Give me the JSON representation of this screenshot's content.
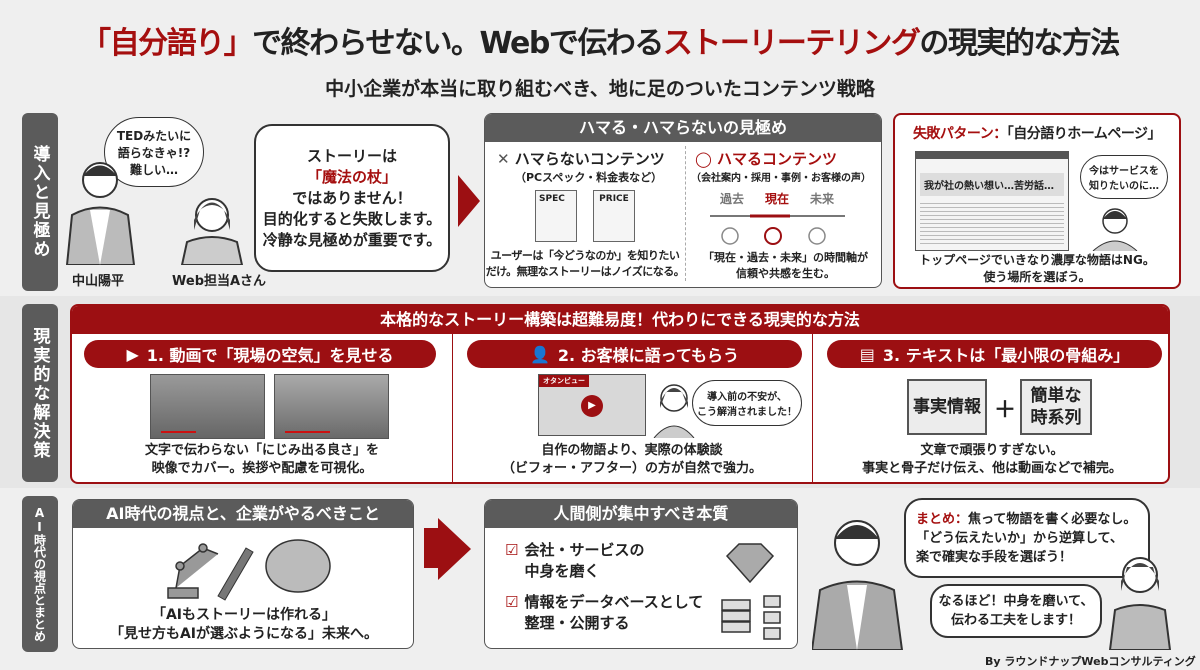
{
  "title": {
    "part1": "「自分語り」",
    "part2": "で終わらせない。Webで伝わる",
    "part3": "ストーリーテリング",
    "part4": "の現実的な方法"
  },
  "subtitle": "中小企業が本当に取り組むべき、地に足のついたコンテンツ戦略",
  "colors": {
    "accent": "#9c0f12",
    "dark": "#5b5b5b",
    "bg": "#efefef"
  },
  "section1": {
    "label": "導入と見極め",
    "thought": "TEDみたいに\n語らなきゃ!?\n難しい…",
    "person1": "中山陽平",
    "person2": "Web担当Aさん",
    "bubble": {
      "l1": "ストーリーは",
      "l2": "「魔法の杖」",
      "l3": "ではありません！",
      "l4": "目的化すると失敗します。",
      "l5": "冷静な見極めが重要です。"
    },
    "judge": {
      "header": "ハマる・ハマらないの見極め",
      "ng_title": "ハマらないコンテンツ",
      "ng_sub": "（PCスペック・料金表など）",
      "ng_doc1": "SPEC",
      "ng_doc2": "PRICE",
      "ng_caption": "ユーザーは「今どうなのか」を知りたい\nだけ。無理なストーリーはノイズになる。",
      "ok_title": "ハマるコンテンツ",
      "ok_sub": "（会社案内・採用・事例・お客様の声）",
      "timeline": [
        "過去",
        "現在",
        "未来"
      ],
      "ok_caption": "「現在・過去・未来」の時間軸が\n信頼や共感を生む。"
    },
    "fail": {
      "title_red": "失敗パターン：",
      "title": "「自分語りホームページ」",
      "page_text": "我が社の熱い想い…苦労話…",
      "thought": "今はサービスを\n知りたいのに…",
      "caption": "トップページでいきなり濃厚な物語はNG。\n使う場所を選ぼう。"
    }
  },
  "section2": {
    "label": "現実的な解決策",
    "header": "本格的なストーリー構築は超難易度！代わりにできる現実的な方法",
    "methods": [
      {
        "icon": "video-icon",
        "title": "1. 動画で「現場の空気」を見せる",
        "caption": "文字で伝わらない「にじみ出る良さ」を\n映像でカバー。挨拶や配慮を可視化。"
      },
      {
        "icon": "customer-chat-icon",
        "title": "2. お客様に語ってもらう",
        "video_tag": "オタンビュー",
        "speech": "導入前の不安が、\nこう解消されました！",
        "caption": "自作の物語より、実際の体験談\n（ビフォー・アフター）の方が自然で強力。"
      },
      {
        "icon": "document-icon",
        "title": "3. テキストは「最小限の骨組み」",
        "box1": "事実情報",
        "plus": "＋",
        "box2": "簡単な\n時系列",
        "caption": "文章で頑張りすぎない。\n事実と骨子だけ伝え、他は動画などで補完。"
      }
    ]
  },
  "section3": {
    "label": "AI時代の視点とまとめ",
    "ai": {
      "header": "AI時代の視点と、企業がやるべきこと",
      "caption": "「AIもストーリーは作れる」\n「見せ方もAIが選ぶようになる」未来へ。"
    },
    "human": {
      "header": "人間側が集中すべき本質",
      "items": [
        "会社・サービスの\n中身を磨く",
        "情報をデータベースとして\n整理・公開する"
      ]
    },
    "summary": {
      "label": "まとめ：",
      "text1": "焦って物語を書く必要なし。",
      "text2": "「どう伝えたいか」から逆算して、\n楽で確実な手段を選ぼう！"
    },
    "reply": "なるほど！中身を磨いて、\n伝わる工夫をします！",
    "credit": "By ラウンドナップWebコンサルティング"
  }
}
